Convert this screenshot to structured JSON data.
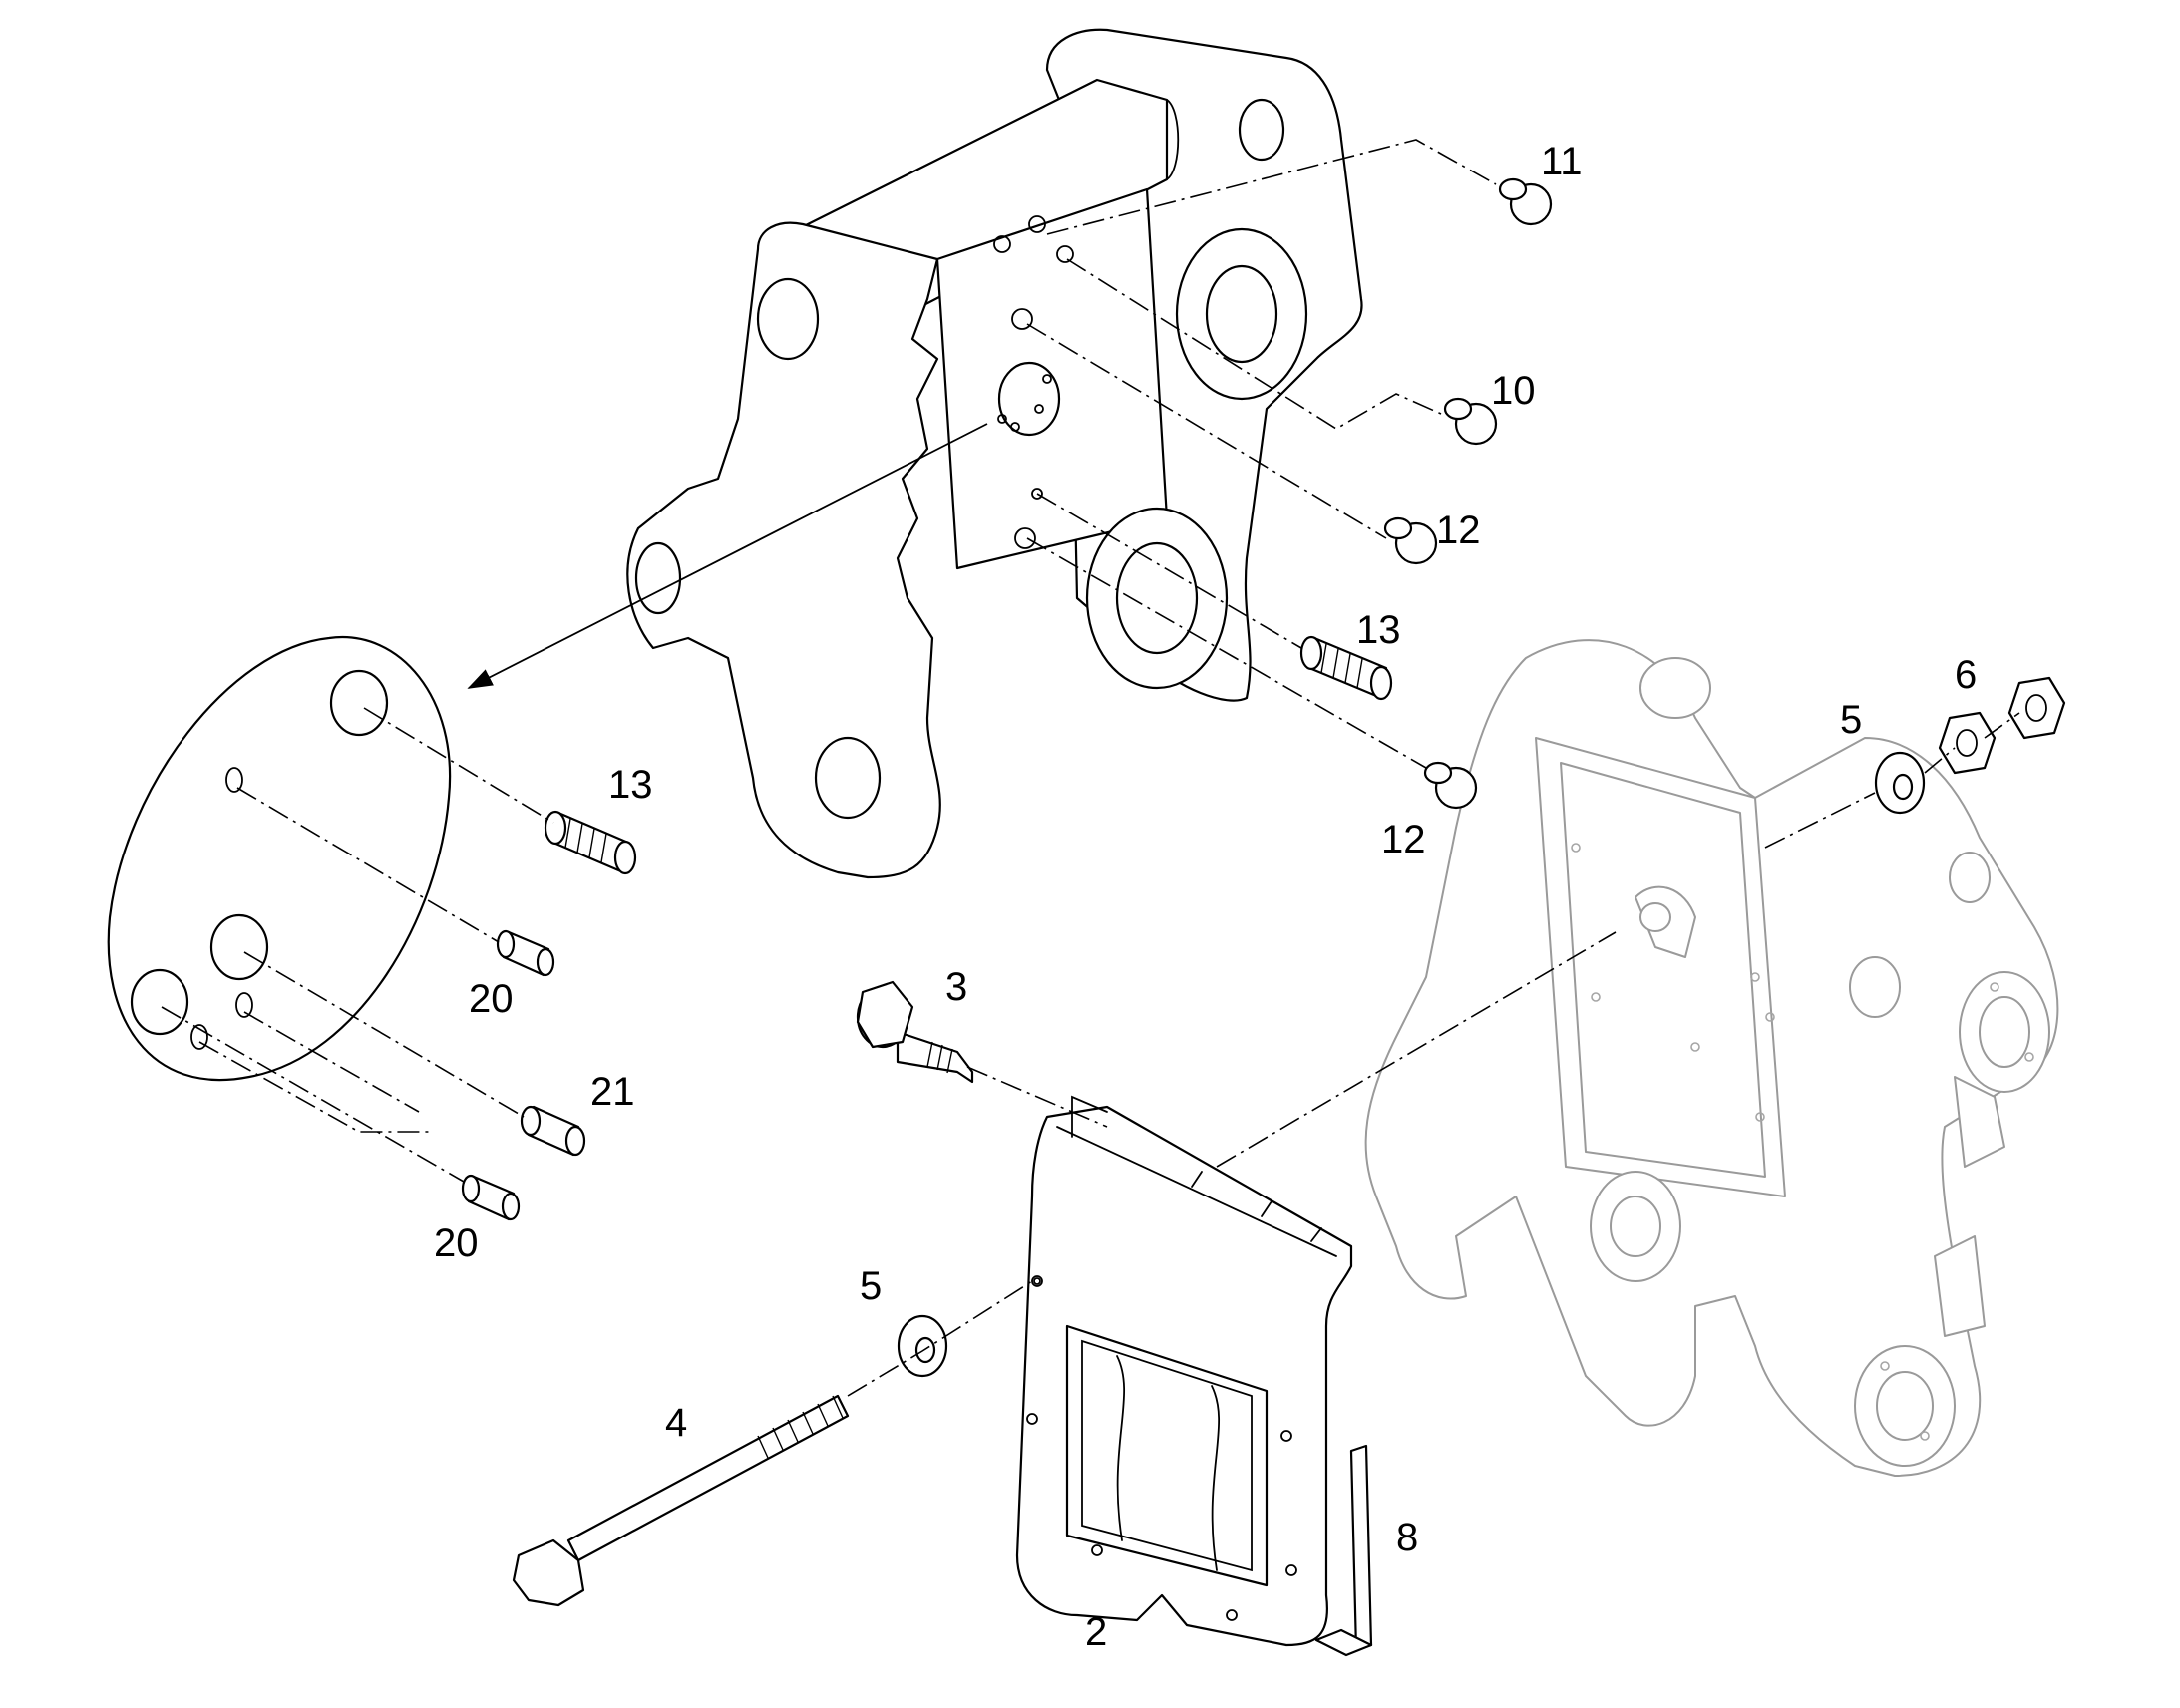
{
  "callouts": {
    "c11": "11",
    "c10": "10",
    "c12a": "12",
    "c13a": "13",
    "c12b": "12",
    "c13b": "13",
    "c20a": "20",
    "c21": "21",
    "c20b": "20",
    "c3": "3",
    "c5a": "5",
    "c6": "6",
    "c5b": "5",
    "c4": "4",
    "c8": "8",
    "c2": "2"
  }
}
